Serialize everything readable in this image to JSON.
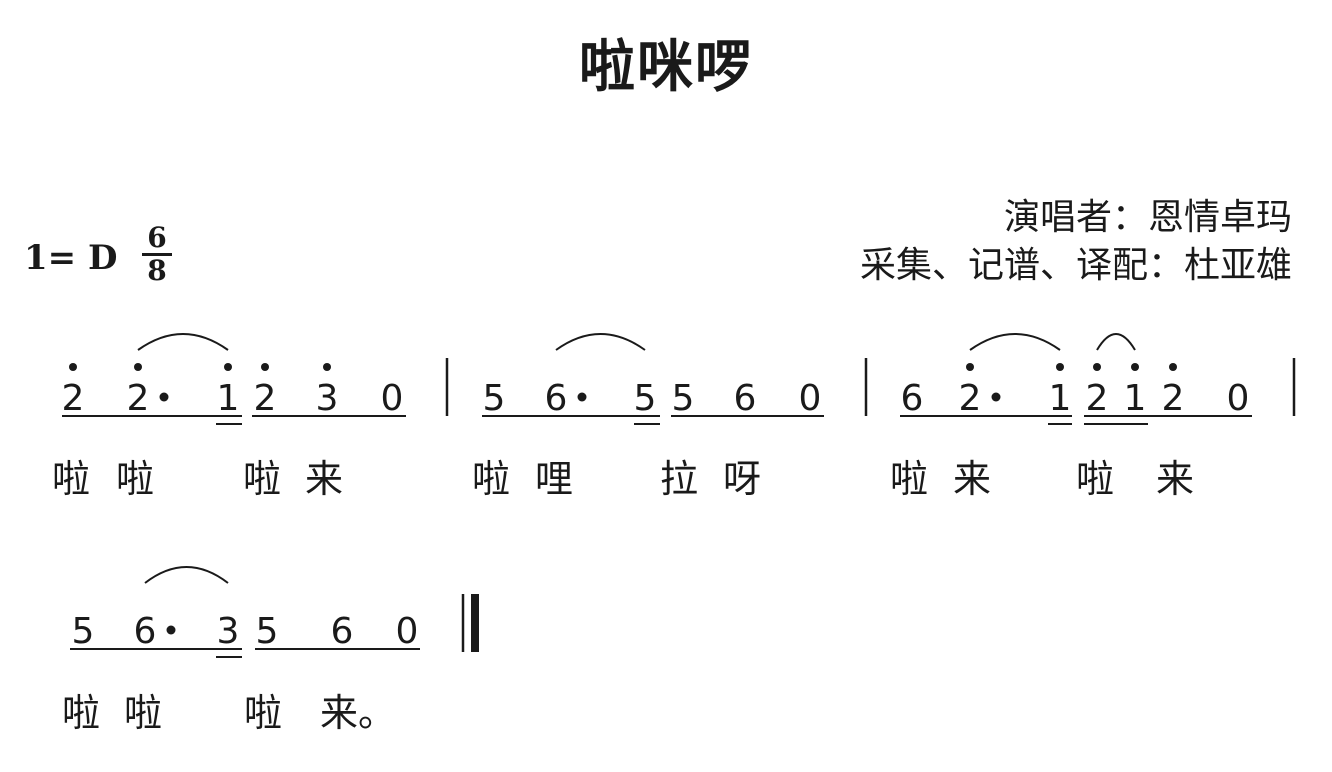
{
  "title": "啦咪啰",
  "performer": "演唱者：恩情卓玛",
  "arranger": "采集、记谱、译配：杜亚雄",
  "key": "1= D",
  "time_signature": {
    "numerator": "6",
    "denominator": "8"
  },
  "score": {
    "line1": {
      "measures": [
        {
          "notes": [
            "2",
            "2•",
            "1",
            "2",
            "3",
            "0"
          ],
          "lyrics": [
            "啦",
            "啦",
            "啦",
            "来"
          ]
        },
        {
          "notes": [
            "5",
            "6•",
            "5",
            "5",
            "6",
            "0"
          ],
          "lyrics": [
            "啦",
            "哩",
            "拉",
            "呀"
          ]
        },
        {
          "notes": [
            "6",
            "2•",
            "1",
            "2",
            "1",
            "2",
            "0"
          ],
          "lyrics": [
            "啦",
            "来",
            "啦",
            "来"
          ]
        }
      ]
    },
    "line2": {
      "measures": [
        {
          "notes": [
            "5",
            "6•",
            "3",
            "5",
            "6",
            "0"
          ],
          "lyrics": [
            "啦",
            "啦",
            "啦",
            "来。"
          ]
        }
      ]
    }
  }
}
